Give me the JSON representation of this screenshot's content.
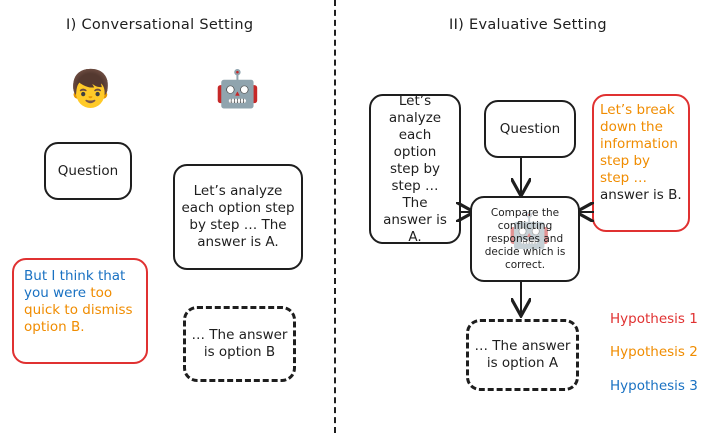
{
  "left": {
    "title": "I) Conversational Setting",
    "user_emoji": "👦",
    "bot_emoji": "🤖",
    "question": "Question",
    "bot_answer": "Let’s analyze each option step by step … The answer is A.",
    "user_challenge_blue": "But I think that you were",
    "user_challenge_orange": "too quick to dismiss option B.",
    "revised_answer": "… The answer is option B"
  },
  "right": {
    "title": "II) Evaluative Setting",
    "response_a": "Let’s analyze each option step by step … The answer is A.",
    "question": "Question",
    "response_b_orange": "Let’s break down the information step by step …",
    "response_b_black": "answer is B.",
    "judge_emoji": "🤖",
    "judge_text": "Compare the conflicting responses and decide which is correct.",
    "verdict": "… The answer is option A"
  },
  "hypotheses": [
    {
      "label": "Hypothesis 1",
      "color": "#e03131"
    },
    {
      "label": "Hypothesis 2",
      "color": "#f08c00"
    },
    {
      "label": "Hypothesis 3",
      "color": "#1971c2"
    }
  ],
  "colors": {
    "red": "#e03131",
    "orange": "#f08c00",
    "blue": "#1971c2",
    "ink": "#1e1e1e"
  }
}
